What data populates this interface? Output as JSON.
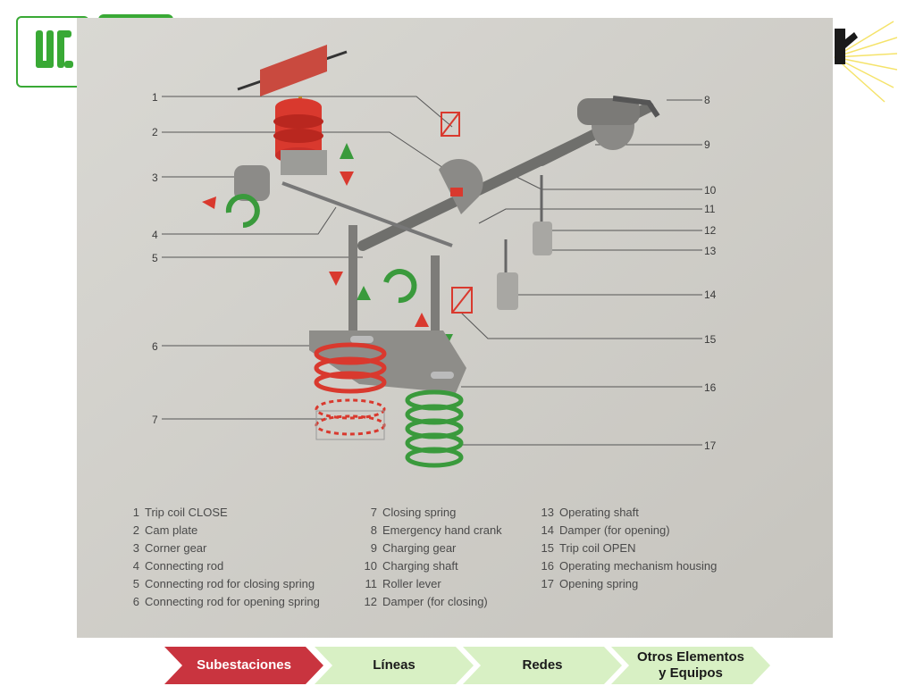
{
  "diagram": {
    "callouts": [
      "1",
      "2",
      "3",
      "4",
      "5",
      "6",
      "7",
      "8",
      "9",
      "10",
      "11",
      "12",
      "13",
      "14",
      "15",
      "16",
      "17"
    ],
    "legend": [
      {
        "num": "1",
        "text": "Trip coil CLOSE"
      },
      {
        "num": "2",
        "text": "Cam plate"
      },
      {
        "num": "3",
        "text": "Corner gear"
      },
      {
        "num": "4",
        "text": "Connecting rod"
      },
      {
        "num": "5",
        "text": "Connecting rod for closing spring"
      },
      {
        "num": "6",
        "text": "Connecting rod for opening spring"
      },
      {
        "num": "7",
        "text": "Closing spring"
      },
      {
        "num": "8",
        "text": "Emergency hand crank"
      },
      {
        "num": "9",
        "text": "Charging gear"
      },
      {
        "num": "10",
        "text": "Charging shaft"
      },
      {
        "num": "11",
        "text": "Roller lever"
      },
      {
        "num": "12",
        "text": "Damper (for closing)"
      },
      {
        "num": "13",
        "text": "Operating shaft"
      },
      {
        "num": "14",
        "text": "Damper (for opening)"
      },
      {
        "num": "15",
        "text": "Trip coil OPEN"
      },
      {
        "num": "16",
        "text": "Operating mechanism housing"
      },
      {
        "num": "17",
        "text": "Opening spring"
      }
    ]
  },
  "nav": {
    "items": [
      {
        "label": "Subestaciones",
        "active": true
      },
      {
        "label": "Líneas",
        "active": false
      },
      {
        "label": "Redes",
        "active": false
      },
      {
        "label_line1": "Otros Elementos",
        "label_line2": "y Equipos",
        "active": false
      }
    ]
  },
  "colors": {
    "active": "#c9343f",
    "inactive": "#d8f0c4",
    "brand_green": "#39a935",
    "spring_red": "#d9392e",
    "spring_green": "#3a9a3c"
  }
}
